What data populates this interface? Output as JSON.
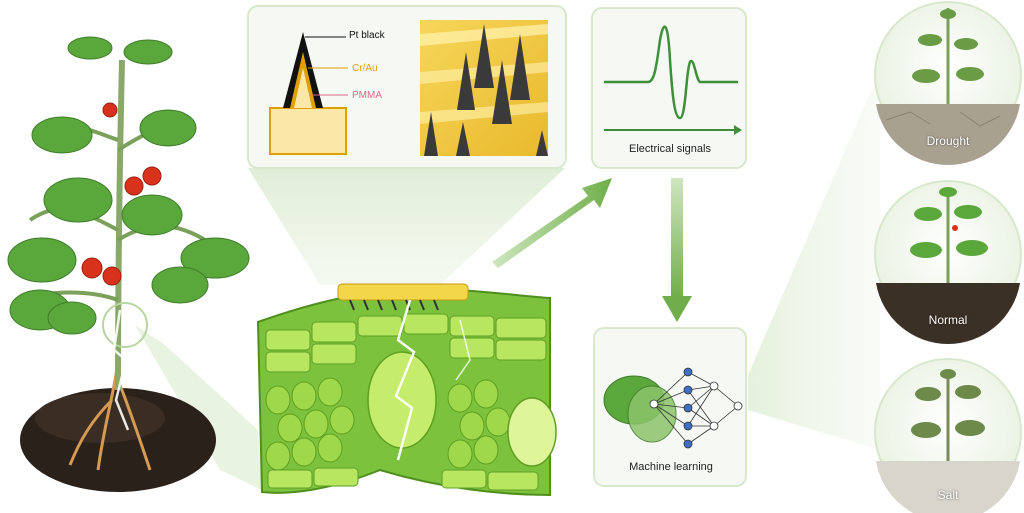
{
  "microneedle_panel": {
    "layers": [
      {
        "label": "Pt black",
        "color": "#111111"
      },
      {
        "label": "Cr/Au",
        "color": "#e0a000"
      },
      {
        "label": "PMMA",
        "color": "#e06a8a"
      }
    ]
  },
  "signal_panel": {
    "label": "Electrical signals",
    "trace_color": "#3f8f3a"
  },
  "ml_panel": {
    "label": "Machine learning",
    "node_color": "#3d6fc4"
  },
  "conditions": [
    {
      "label": "Drought"
    },
    {
      "label": "Normal"
    },
    {
      "label": "Salt"
    }
  ],
  "colors": {
    "leaf_green": "#5aa83c",
    "cell_green": "#9fd84a",
    "panel_border": "#d7e8cc",
    "arrow_green": "#6fae4a",
    "tomato_red": "#d8321d",
    "soil": "#2a211b"
  },
  "icons": [
    "tomato-plant-icon",
    "microneedle-array-icon",
    "leaf-cross-section-icon",
    "neural-network-icon",
    "leaf-icon"
  ]
}
